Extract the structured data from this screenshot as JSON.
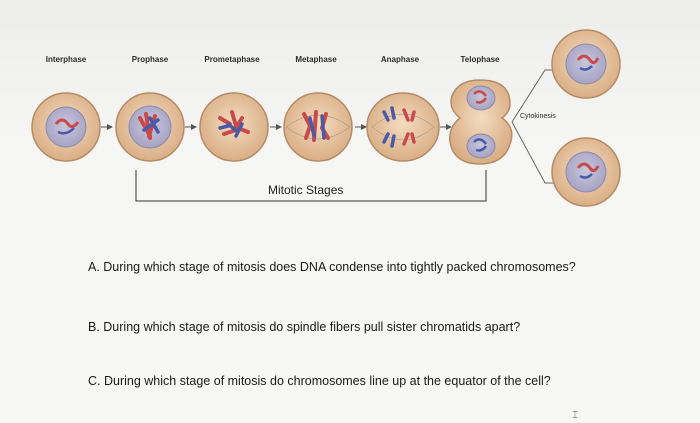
{
  "diagram": {
    "stages": [
      "Interphase",
      "Prophase",
      "Prometaphase",
      "Metaphase",
      "Anaphase",
      "Telophase"
    ],
    "cytokinesis_label": "Cytokinesis",
    "bracket_label": "Mitotic Stages"
  },
  "questions": {
    "a": "A. During which stage of mitosis does DNA condense into tightly packed chromosomes?",
    "b": "B. During which stage of mitosis do spindle fibers pull sister chromatids apart?",
    "c": "C. During which stage of mitosis do chromosomes line up at the equator of the cell?"
  },
  "colors": {
    "cell_outer": "#e9c6a3",
    "cell_inner": "#b7b5cf",
    "chromosome_red": "#c94a4a",
    "chromosome_blue": "#4a5aa8"
  }
}
